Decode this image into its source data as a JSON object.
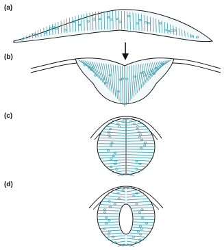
{
  "figure": {
    "panels": [
      {
        "label": "(a)"
      },
      {
        "label": "(b)"
      },
      {
        "label": "(c)"
      },
      {
        "label": "(d)"
      }
    ]
  },
  "colors": {
    "outline": "#111111",
    "cells": "#2a8fa0",
    "background": "#ffffff"
  },
  "icons": {
    "arrow": "down-arrow-icon"
  }
}
